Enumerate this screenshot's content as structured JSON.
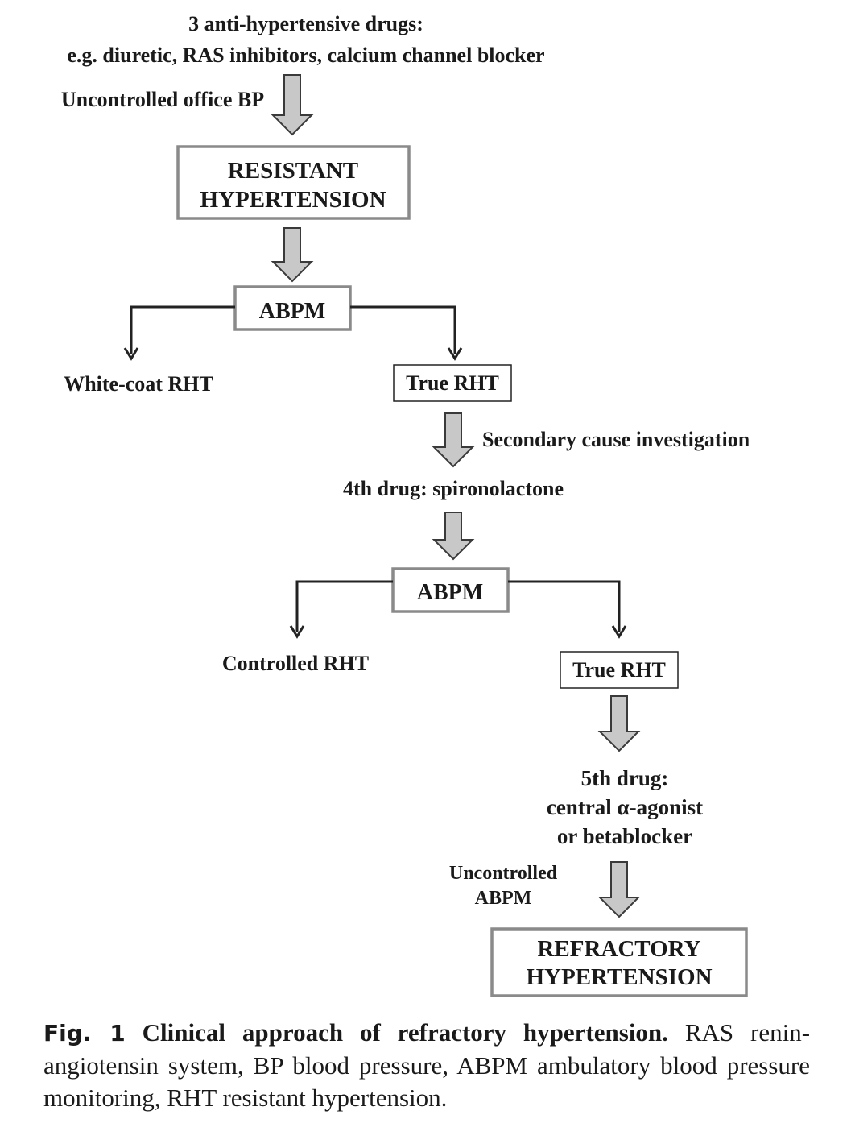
{
  "diagram": {
    "top_label_line1": "3 anti-hypertensive drugs:",
    "top_label_line2": "e.g. diuretic, RAS inhibitors, calcium channel blocker",
    "uncontrolled_office_bp": "Uncontrolled office BP",
    "resistant_line1": "RESISTANT",
    "resistant_line2": "HYPERTENSION",
    "abpm_1": "ABPM",
    "white_coat": "White-coat RHT",
    "true_rht_1": "True RHT",
    "secondary_cause": "Secondary cause investigation",
    "fourth_drug": "4th drug: spironolactone",
    "abpm_2": "ABPM",
    "controlled_rht": "Controlled RHT",
    "true_rht_2": "True RHT",
    "fifth_drug_line1": "5th drug:",
    "fifth_drug_line2": "central α-agonist",
    "fifth_drug_line3": "or betablocker",
    "uncontrolled_abpm_line1": "Uncontrolled",
    "uncontrolled_abpm_line2": "ABPM",
    "refractory_line1": "REFRACTORY",
    "refractory_line2": "HYPERTENSION"
  },
  "caption": {
    "fig_label": "Fig. 1",
    "title": "Clinical approach of refractory hypertension.",
    "text": "RAS renin-angiotensin system, BP blood pressure, ABPM ambulatory blood pressure monitoring, RHT resistant hypertension."
  },
  "colors": {
    "box_gray_border": "#8a8a8a",
    "arrow_fill": "#c8c8c8",
    "arrow_stroke": "#3a3a3a",
    "text": "#1a1a1a"
  }
}
